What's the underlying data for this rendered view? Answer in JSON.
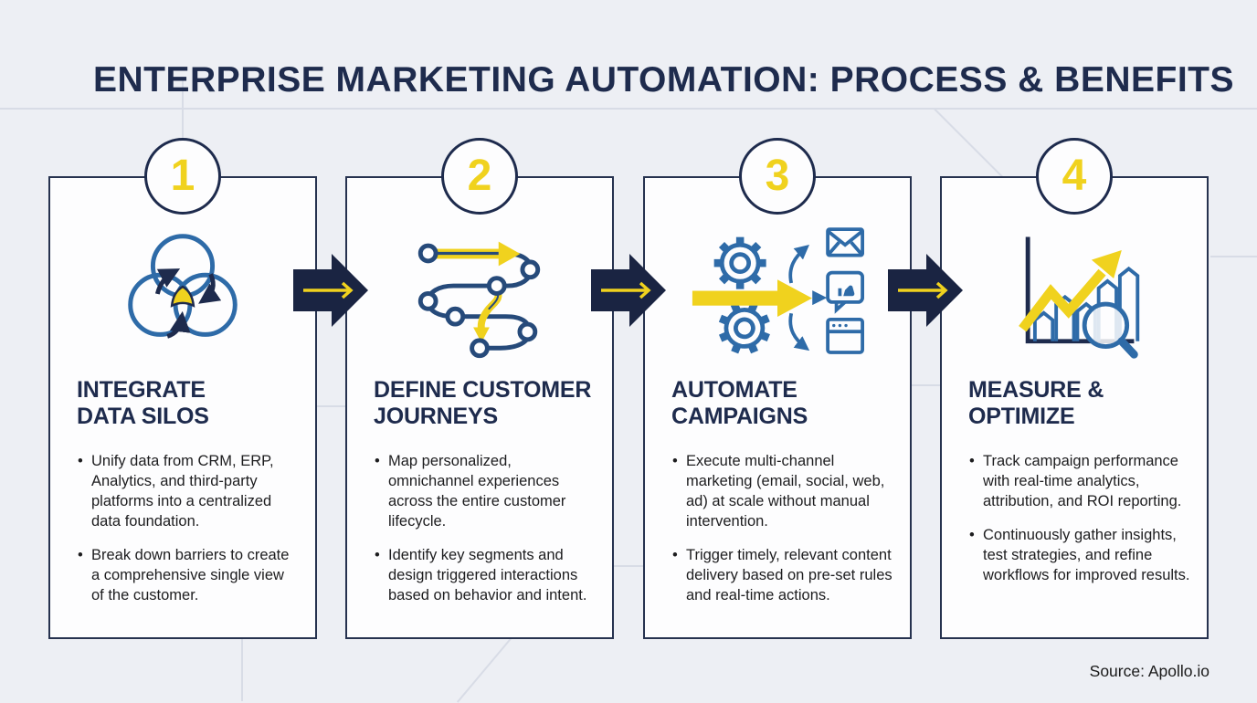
{
  "title": "ENTERPRISE MARKETING AUTOMATION: PROCESS & BENEFITS",
  "source": "Source: Apollo.io",
  "colors": {
    "navy": "#1e2b4d",
    "yellow": "#f0d21e",
    "icon_blue": "#2e6ba8",
    "background": "#edeff4",
    "card_background": "#fdfdfe",
    "body_text": "#1d1d1f",
    "decor_line": "#d8dce6"
  },
  "steps": [
    {
      "number": "1",
      "icon": "venn-rotation-icon",
      "heading_line1": "INTEGRATE",
      "heading_line2": "DATA SILOS",
      "bullets": [
        "Unify data from CRM, ERP, Analytics, and third-party platforms into a centralized data foundation.",
        "Break down barriers to create a comprehensive single view of the customer."
      ]
    },
    {
      "number": "2",
      "icon": "customer-journey-path-icon",
      "heading_line1": "DEFINE CUSTOMER",
      "heading_line2": "JOURNEYS",
      "bullets": [
        "Map personalized, omnichannel experiences across the entire customer lifecycle.",
        "Identify key segments and design triggered interactions based on behavior and intent."
      ]
    },
    {
      "number": "3",
      "icon": "gears-multichannel-icon",
      "heading_line1": "AUTOMATE",
      "heading_line2": "CAMPAIGNS",
      "bullets": [
        "Execute multi-channel marketing (email, social, web, ad) at scale without manual intervention.",
        "Trigger timely, relevant content delivery based on pre-set rules and real-time actions."
      ]
    },
    {
      "number": "4",
      "icon": "analytics-magnifier-icon",
      "heading_line1": "MEASURE &",
      "heading_line2": "OPTIMIZE",
      "bullets": [
        "Track campaign performance with real-time analytics, attribution, and ROI reporting.",
        "Continuously gather insights, test strategies, and refine workflows for improved results."
      ]
    }
  ]
}
